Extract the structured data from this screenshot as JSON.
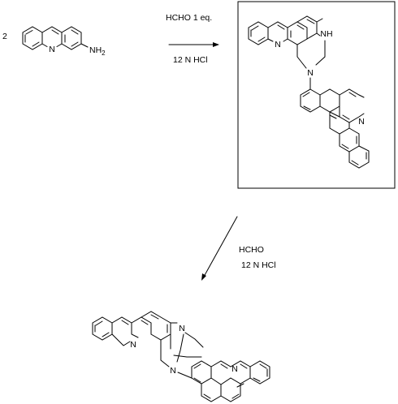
{
  "reagent_coefficient": "2",
  "reactant_amine_label": "NH",
  "reactant_amine_subscript": "2",
  "step1": {
    "reagent": "HCHO 1 eq.",
    "condition": "12 N HCl"
  },
  "step2": {
    "reagent": "HCHO",
    "condition": "12 N HCl"
  },
  "atom_labels": {
    "ring_nitrogen": "N",
    "amine_nh": "NH"
  },
  "colors": {
    "ink": "#000000",
    "background": "#ffffff"
  }
}
